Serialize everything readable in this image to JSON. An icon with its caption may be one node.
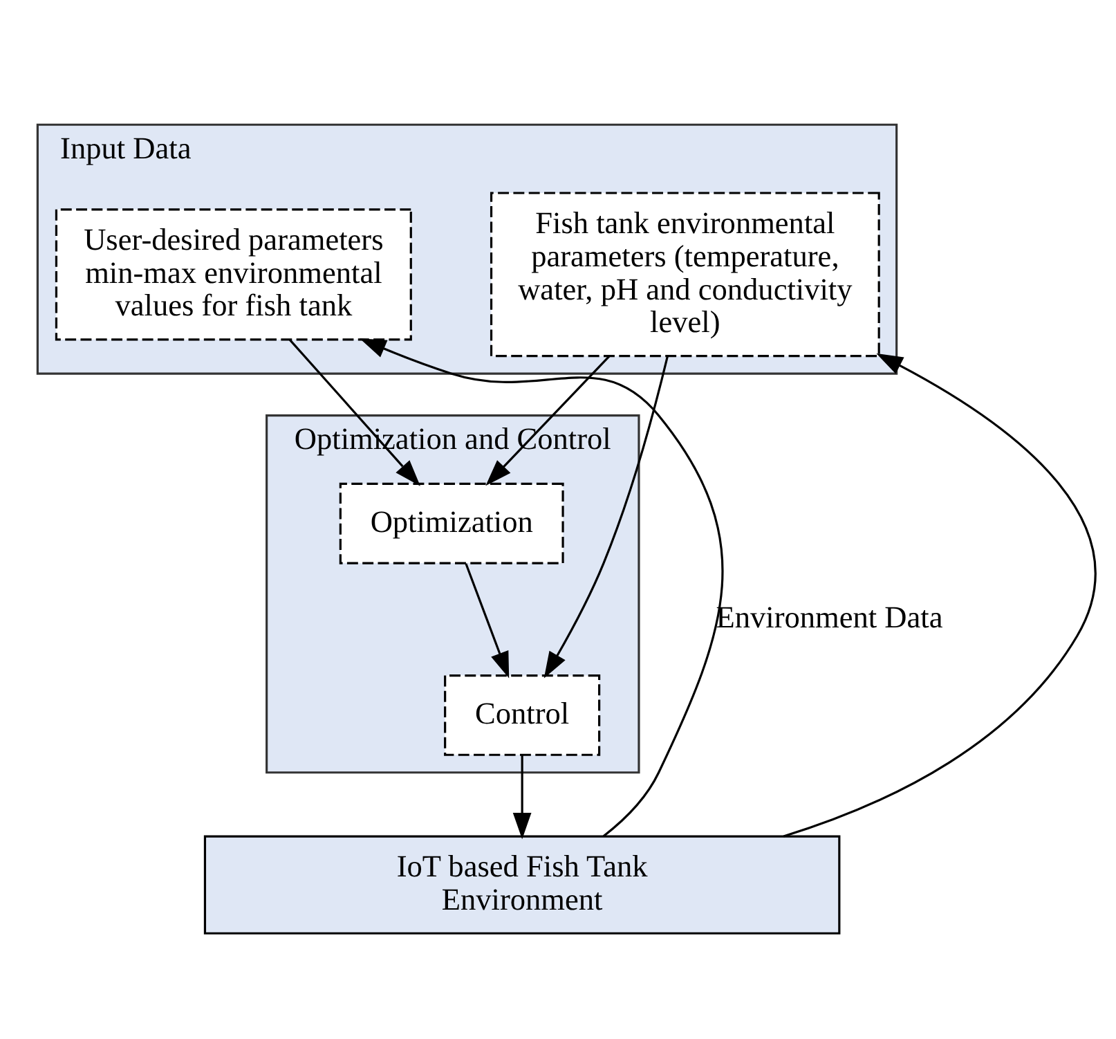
{
  "diagram": {
    "nodes": [
      {
        "text": [
          "Input Data"
        ]
      },
      {
        "text": [
          "User-desired parameters min-max environmental values for fish tank"
        ],
        "in": 0
      },
      {
        "text": [
          "Fish tank environmental parameters (temperature, water, pH and conductivity level)"
        ],
        "in": 0
      },
      {
        "text": [
          "Optimization and Control"
        ]
      },
      {
        "text": [
          "Optimization"
        ],
        "in": 3
      },
      {
        "text": [
          "Control"
        ],
        "in": 3
      },
      {
        "text": [
          "IoT based Fish Tank Environment"
        ]
      }
    ],
    "edges": [
      {
        "from": 6,
        "to": 1,
        "arrow": "to",
        "label": "Environment Data"
      },
      {
        "from": 6,
        "to": 2,
        "arrow": "to"
      },
      {
        "from": 1,
        "to": 4,
        "arrow": "to"
      },
      {
        "from": 2,
        "to": 4,
        "arrow": "to"
      },
      {
        "from": 4,
        "to": 5,
        "arrow": "to"
      },
      {
        "from": 2,
        "to": 5,
        "arrow": "to"
      },
      {
        "from": 5,
        "to": 6,
        "arrow": "to"
      }
    ]
  }
}
